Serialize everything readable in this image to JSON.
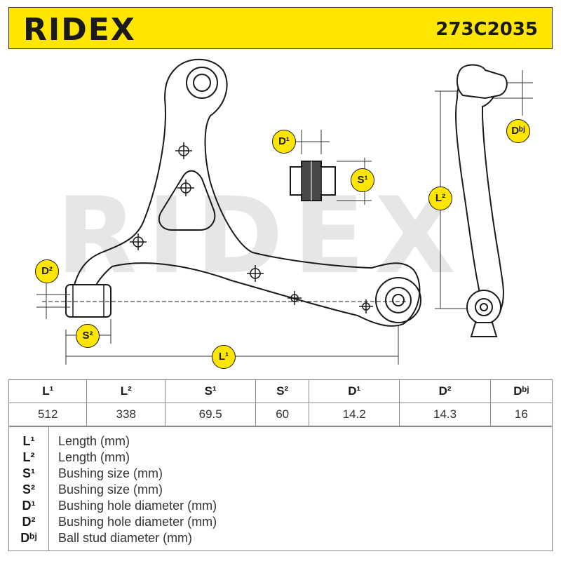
{
  "header": {
    "brand": "RIDEX",
    "part_number": "273C2035"
  },
  "watermark": "RIDEX",
  "drawing_labels": {
    "L1": "L¹",
    "L2": "L²",
    "S1": "S¹",
    "S2": "S²",
    "D1": "D¹",
    "D2": "D²",
    "Dbj": "Dᵇʲ"
  },
  "spec_table": {
    "headers": [
      "L¹",
      "L²",
      "S¹",
      "S²",
      "D¹",
      "D²",
      "Dᵇʲ"
    ],
    "values": [
      "512",
      "338",
      "69.5",
      "60",
      "14.2",
      "14.3",
      "16"
    ]
  },
  "legend": [
    {
      "symbol": "L¹",
      "text": "Length (mm)"
    },
    {
      "symbol": "L²",
      "text": "Length (mm)"
    },
    {
      "symbol": "S¹",
      "text": "Bushing size (mm)"
    },
    {
      "symbol": "S²",
      "text": "Bushing size (mm)"
    },
    {
      "symbol": "D¹",
      "text": "Bushing hole diameter (mm)"
    },
    {
      "symbol": "D²",
      "text": "Bushing hole diameter (mm)"
    },
    {
      "symbol": "Dᵇʲ",
      "text": "Ball stud diameter (mm)"
    }
  ]
}
